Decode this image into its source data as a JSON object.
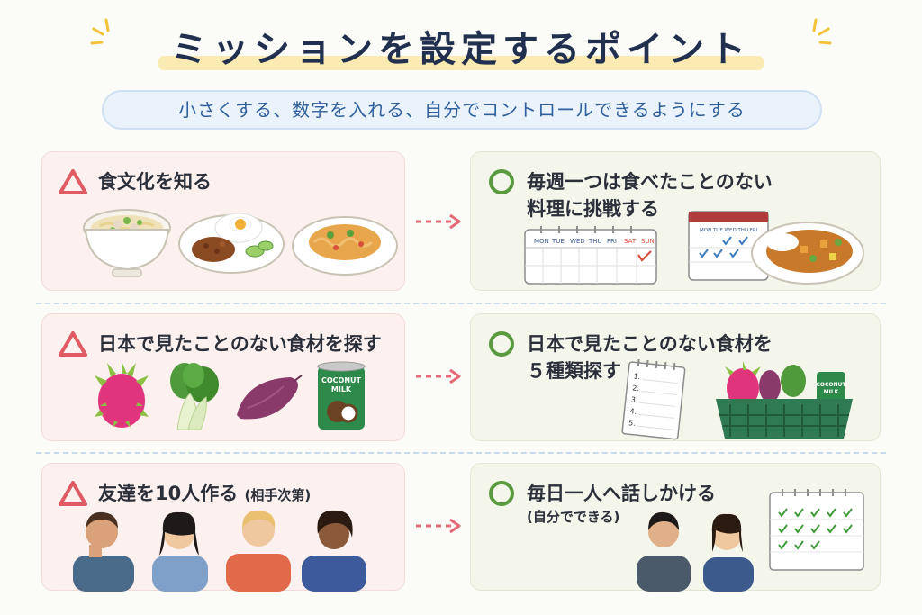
{
  "header": {
    "title": "ミッションを設定するポイント",
    "subtitle": "小さくする、数字を入れる、自分でコントロールできるようにする"
  },
  "rows": [
    {
      "bad": {
        "text": "食文化を知る"
      },
      "good": {
        "text_line1": "毎週一つは食べたことのない",
        "text_line2": "料理に挑戦する"
      }
    },
    {
      "bad": {
        "text": "日本で見たことのない食材を探す"
      },
      "good": {
        "text_line1": "日本で見たことのない食材を",
        "text_line2": "５種類探す"
      }
    },
    {
      "bad": {
        "text": "友達を10人作る",
        "note": "(相手次第)"
      },
      "good": {
        "text_line1": "毎日一人へ話しかける",
        "note": "(自分でできる)"
      }
    }
  ],
  "calendar_days": [
    "MON",
    "TUE",
    "WED",
    "THU",
    "FRI",
    "SAT",
    "SUN"
  ],
  "can_label": [
    "COCONUT",
    "MILK"
  ],
  "checklist_numbers": [
    "1.",
    "2.",
    "3.",
    "4.",
    "5."
  ],
  "colors": {
    "bad_mark": "#e05a63",
    "good_mark": "#5a9a3f",
    "arrow": "#e46a78",
    "title": "#22304f",
    "subtitle": "#2f5f9c"
  },
  "icons": {
    "bad_mark": "triangle-icon",
    "good_mark": "circle-icon",
    "arrow": "dashed-arrow-icon"
  }
}
